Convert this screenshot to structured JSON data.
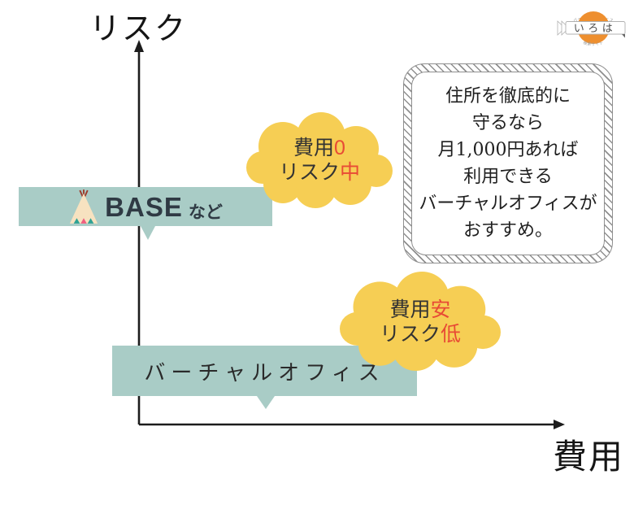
{
  "diagram": {
    "y_axis_label": "リスク",
    "x_axis_label": "費用"
  },
  "base_bar": {
    "brand": "BASE",
    "suffix": "など"
  },
  "vo_bar": {
    "label": "バーチャルオフィス"
  },
  "base_cloud": {
    "line1_label": "費用",
    "line1_value": "0",
    "line2_label": "リスク",
    "line2_value": "中"
  },
  "vo_cloud": {
    "line1_label": "費用",
    "line1_value": "安",
    "line2_label": "リスク",
    "line2_value": "低"
  },
  "note": {
    "lines": [
      "住所を徹底的に",
      "守るなら",
      "月1,000円あれば",
      "利用できる",
      "バーチャルオフィスが",
      "おすすめ。"
    ]
  },
  "logo": {
    "arc_top": "バーチャルオフィス",
    "name": "いろは",
    "arc_bottom": "検索サイト"
  },
  "colors": {
    "bar_teal": "#a9ccc6",
    "cloud_yellow": "#f6ce54",
    "accent_red": "#e84b35",
    "axis_black": "#1c1c1c",
    "logo_orange": "#ee8f2f",
    "brand_dark": "#2f3a44",
    "teepee_cream": "#f7e2c0",
    "teepee_teal": "#2ea294",
    "teepee_pink": "#ef5f80"
  }
}
